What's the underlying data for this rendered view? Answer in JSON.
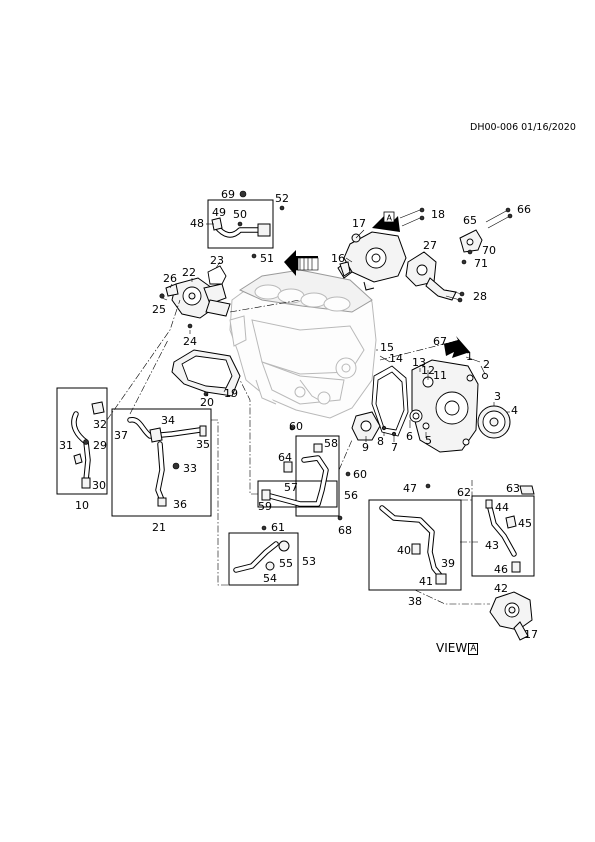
{
  "header": {
    "doc_code": "DH00-006 01/16/2020"
  },
  "view": {
    "label": "VIEW",
    "letter": "A"
  },
  "callouts": {
    "n1": "1",
    "n2": "2",
    "n3": "3",
    "n4": "4",
    "n5": "5",
    "n6": "6",
    "n7": "7",
    "n8": "8",
    "n9": "9",
    "n10": "10",
    "n11": "11",
    "n12": "12",
    "n13": "13",
    "n14": "14",
    "n15": "15",
    "n16": "16",
    "n17": "17",
    "n17b": "17",
    "n18": "18",
    "n19": "19",
    "n20": "20",
    "n21": "21",
    "n22": "22",
    "n23": "23",
    "n24": "24",
    "n25": "25",
    "n26": "26",
    "n27": "27",
    "n28": "28",
    "n29": "29",
    "n30": "30",
    "n31": "31",
    "n32": "32",
    "n33": "33",
    "n34": "34",
    "n35": "35",
    "n36": "36",
    "n37": "37",
    "n38": "38",
    "n39": "39",
    "n40": "40",
    "n41": "41",
    "n42": "42",
    "n43": "43",
    "n44": "44",
    "n45": "45",
    "n46": "46",
    "n47": "47",
    "n48": "48",
    "n49": "49",
    "n50": "50",
    "n51": "51",
    "n52": "52",
    "n53": "53",
    "n54": "54",
    "n55": "55",
    "n56": "56",
    "n57": "57",
    "n58": "58",
    "n59": "59",
    "n60": "60",
    "n60b": "60",
    "n61": "61",
    "n62": "62",
    "n63": "63",
    "n64": "64",
    "n65": "65",
    "n66": "66",
    "n67": "67",
    "n68": "68",
    "n69": "69",
    "n70": "70",
    "n71": "71"
  },
  "arrows": {
    "view_marker_letter": "A",
    "front_marker_letter": "A"
  }
}
